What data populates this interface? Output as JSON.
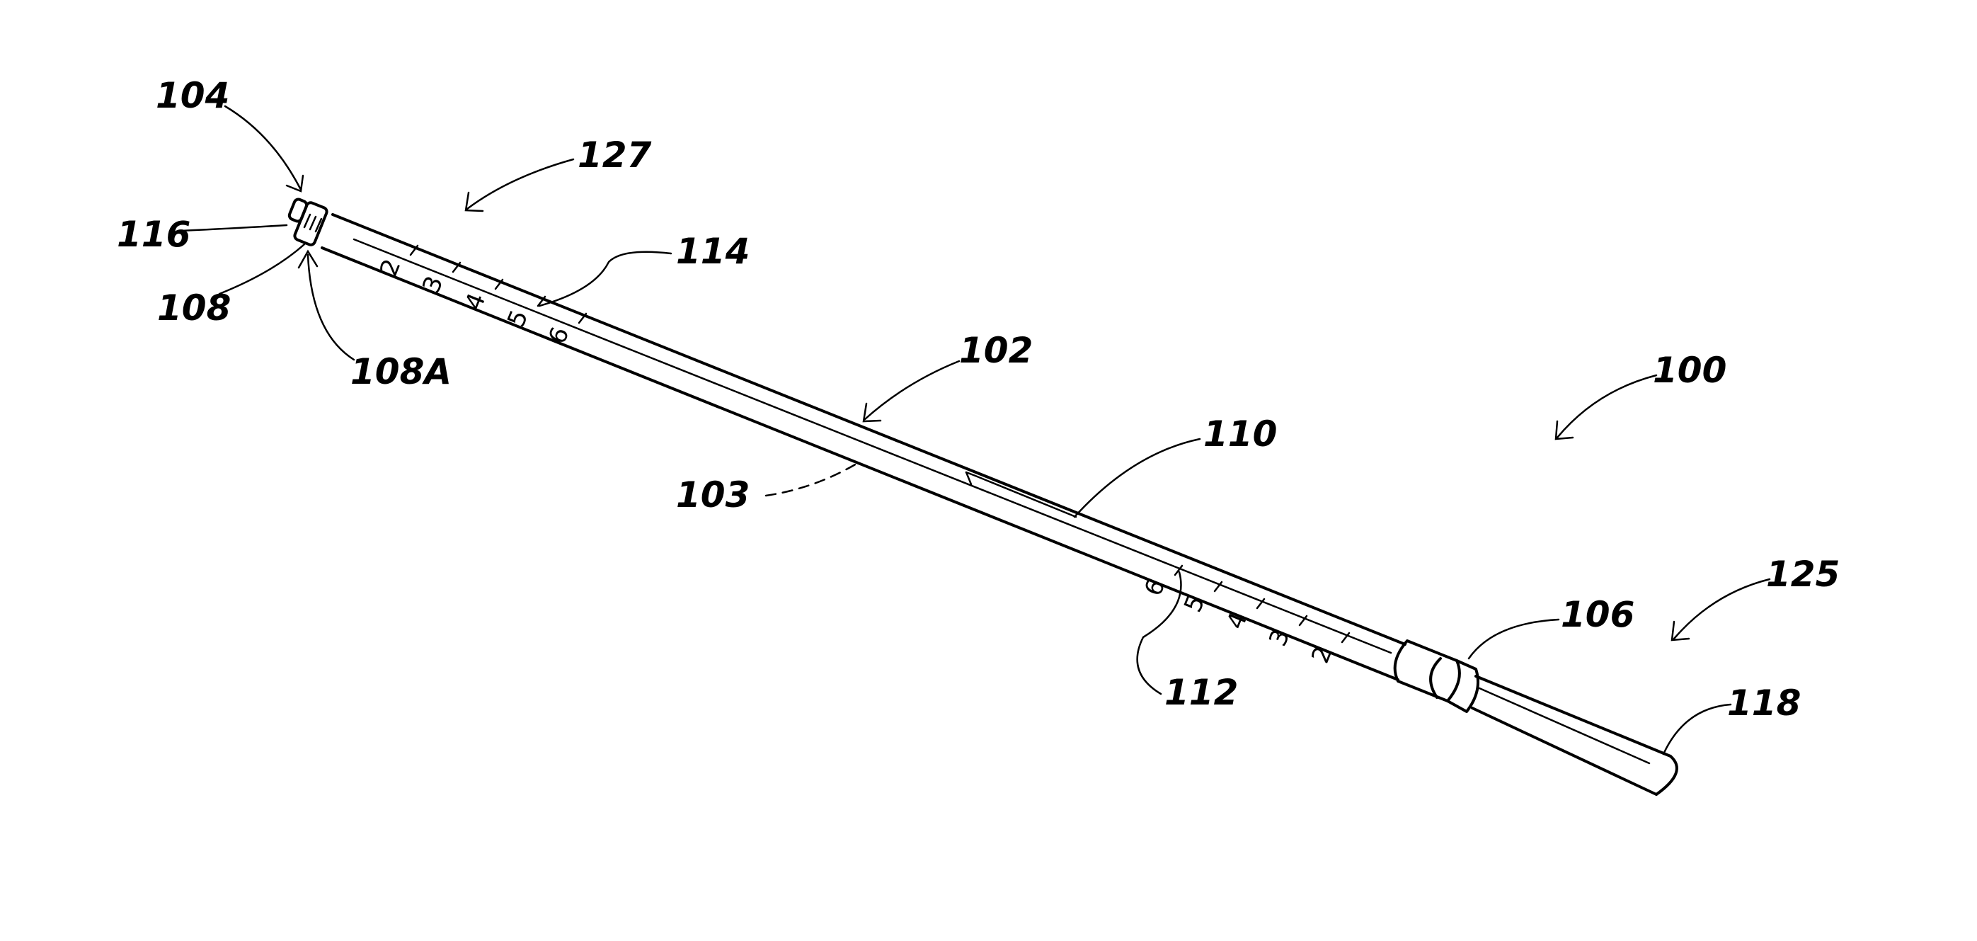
{
  "reference_numerals": {
    "n100": "100",
    "n102": "102",
    "n103": "103",
    "n104": "104",
    "n106": "106",
    "n108": "108",
    "n108a": "108A",
    "n110": "110",
    "n112": "112",
    "n114": "114",
    "n116": "116",
    "n118": "118",
    "n125": "125",
    "n127": "127"
  },
  "scale_marks": {
    "proximal": [
      "2",
      "3",
      "4",
      "5",
      "6"
    ],
    "distal": [
      "6",
      "5",
      "4",
      "3",
      "2"
    ]
  }
}
